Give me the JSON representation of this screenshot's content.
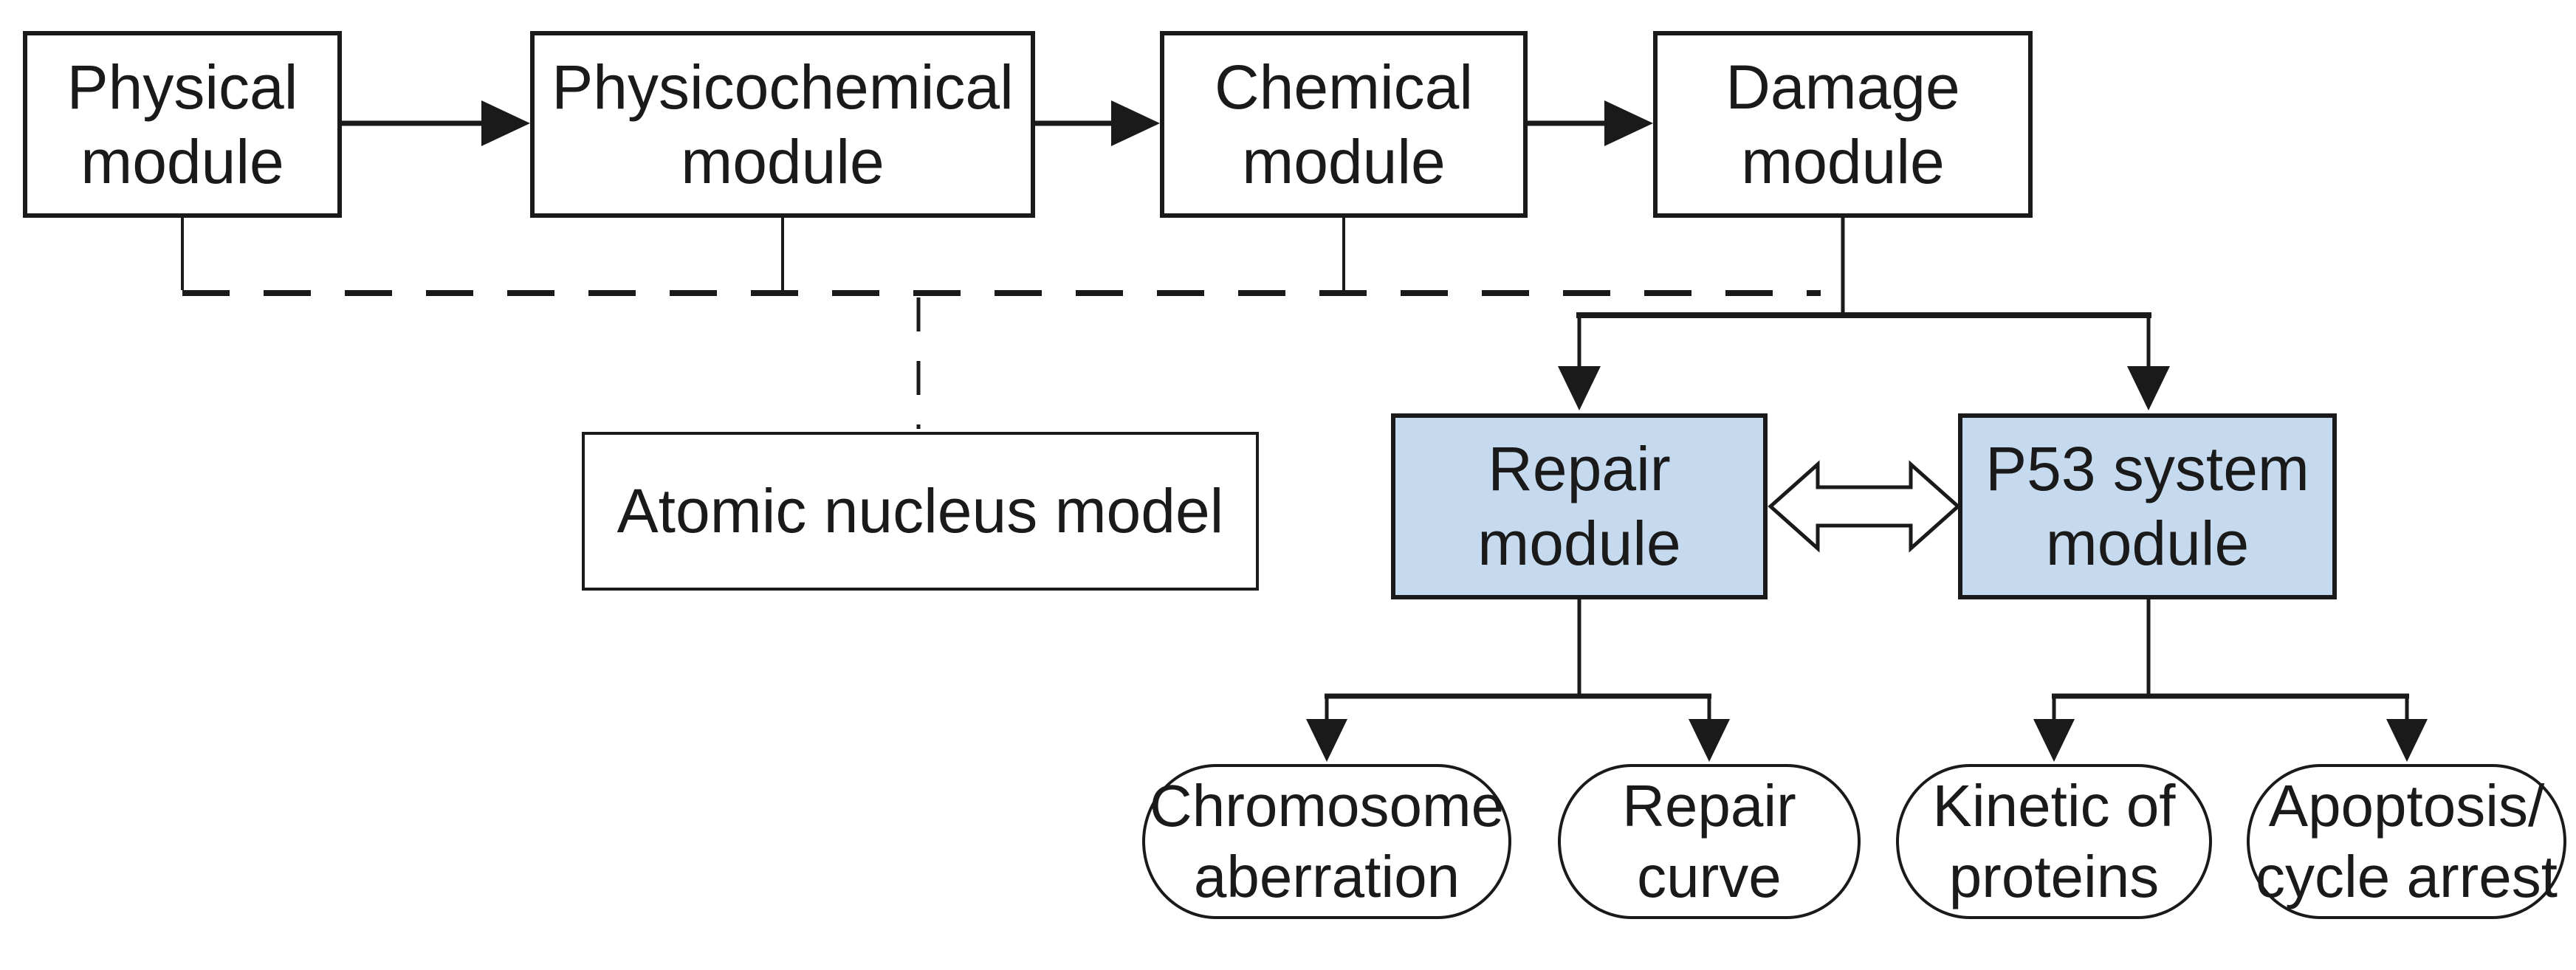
{
  "diagram": {
    "title": "Simulation modules flowchart",
    "colors": {
      "background": "#ffffff",
      "node_fill": "#ffffff",
      "highlight_fill": "#c5daee",
      "stroke": "#1a1a1a"
    },
    "nodes": {
      "physical": {
        "label": "Physical\nmodule"
      },
      "physicochemical": {
        "label": "Physicochemical\nmodule"
      },
      "chemical": {
        "label": "Chemical\nmodule"
      },
      "damage": {
        "label": "Damage\nmodule"
      },
      "atomic": {
        "label": "Atomic nucleus model"
      },
      "repair": {
        "label": "Repair\nmodule"
      },
      "p53": {
        "label": "P53 system\nmodule"
      },
      "chromosome": {
        "label": "Chromosome\naberration"
      },
      "repair_curve": {
        "label": "Repair\ncurve"
      },
      "kinetic": {
        "label": "Kinetic of\nproteins"
      },
      "apoptosis": {
        "label": "Apoptosis/\ncycle arrest"
      }
    },
    "edges": [
      {
        "from": "physical",
        "to": "physicochemical",
        "style": "solid-arrow"
      },
      {
        "from": "physicochemical",
        "to": "chemical",
        "style": "solid-arrow"
      },
      {
        "from": "chemical",
        "to": "damage",
        "style": "solid-arrow"
      },
      {
        "from": "physical",
        "to": "atomic",
        "style": "dashed"
      },
      {
        "from": "physicochemical",
        "to": "atomic",
        "style": "dashed"
      },
      {
        "from": "chemical",
        "to": "atomic",
        "style": "dashed"
      },
      {
        "from": "damage",
        "to": "repair",
        "style": "solid-arrow"
      },
      {
        "from": "damage",
        "to": "p53",
        "style": "solid-arrow"
      },
      {
        "from": "repair",
        "to": "p53",
        "style": "hollow-double-arrow"
      },
      {
        "from": "repair",
        "to": "chromosome",
        "style": "solid-arrow"
      },
      {
        "from": "repair",
        "to": "repair_curve",
        "style": "solid-arrow"
      },
      {
        "from": "p53",
        "to": "kinetic",
        "style": "solid-arrow"
      },
      {
        "from": "p53",
        "to": "apoptosis",
        "style": "solid-arrow"
      }
    ]
  }
}
